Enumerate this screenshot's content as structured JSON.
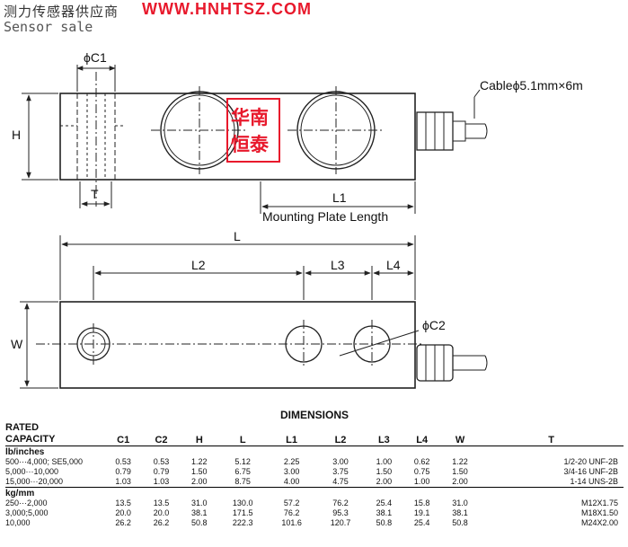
{
  "header": {
    "company_cn": "测力传感器供应商",
    "url": "WWW.HNHTSZ.COM",
    "subtitle": "Sensor sale"
  },
  "stamp": {
    "line1": "华南",
    "line2": "恒泰"
  },
  "labels": {
    "c1": "ϕC1",
    "c2": "ϕC2",
    "h": "H",
    "t": "T",
    "w": "W",
    "l": "L",
    "l1": "L1",
    "l2": "L2",
    "l3": "L3",
    "l4": "L4",
    "mounting": "Mounting Plate Length",
    "cable": "Cableϕ5.1mm×6m"
  },
  "colors": {
    "stamp": "#e8192c",
    "url": "#e8192c",
    "line": "#222222"
  },
  "table": {
    "title": "DIMENSIONS",
    "capacity_header": [
      "RATED",
      "CAPACITY"
    ],
    "columns": [
      "C1",
      "C2",
      "H",
      "L",
      "L1",
      "L2",
      "L3",
      "L4",
      "W",
      "T"
    ],
    "groups": [
      {
        "unit": "lb/inches",
        "rows": [
          {
            "capacity": "500···4,000; SE5,000",
            "values": [
              "0.53",
              "0.53",
              "1.22",
              "5.12",
              "2.25",
              "3.00",
              "1.00",
              "0.62",
              "1.22",
              "1/2-20 UNF-2B"
            ]
          },
          {
            "capacity": "5,000···10,000",
            "values": [
              "0.79",
              "0.79",
              "1.50",
              "6.75",
              "3.00",
              "3.75",
              "1.50",
              "0.75",
              "1.50",
              "3/4-16 UNF-2B"
            ]
          },
          {
            "capacity": "15,000···20,000",
            "values": [
              "1.03",
              "1.03",
              "2.00",
              "8.75",
              "4.00",
              "4.75",
              "2.00",
              "1.00",
              "2.00",
              "1-14 UNS-2B"
            ]
          }
        ]
      },
      {
        "unit": "kg/mm",
        "rows": [
          {
            "capacity": "250···2,000",
            "values": [
              "13.5",
              "13.5",
              "31.0",
              "130.0",
              "57.2",
              "76.2",
              "25.4",
              "15.8",
              "31.0",
              "M12X1.75"
            ]
          },
          {
            "capacity": "3,000;5,000",
            "values": [
              "20.0",
              "20.0",
              "38.1",
              "171.5",
              "76.2",
              "95.3",
              "38.1",
              "19.1",
              "38.1",
              "M18X1.50"
            ]
          },
          {
            "capacity": "10,000",
            "values": [
              "26.2",
              "26.2",
              "50.8",
              "222.3",
              "101.6",
              "120.7",
              "50.8",
              "25.4",
              "50.8",
              "M24X2.00"
            ]
          }
        ]
      }
    ]
  }
}
